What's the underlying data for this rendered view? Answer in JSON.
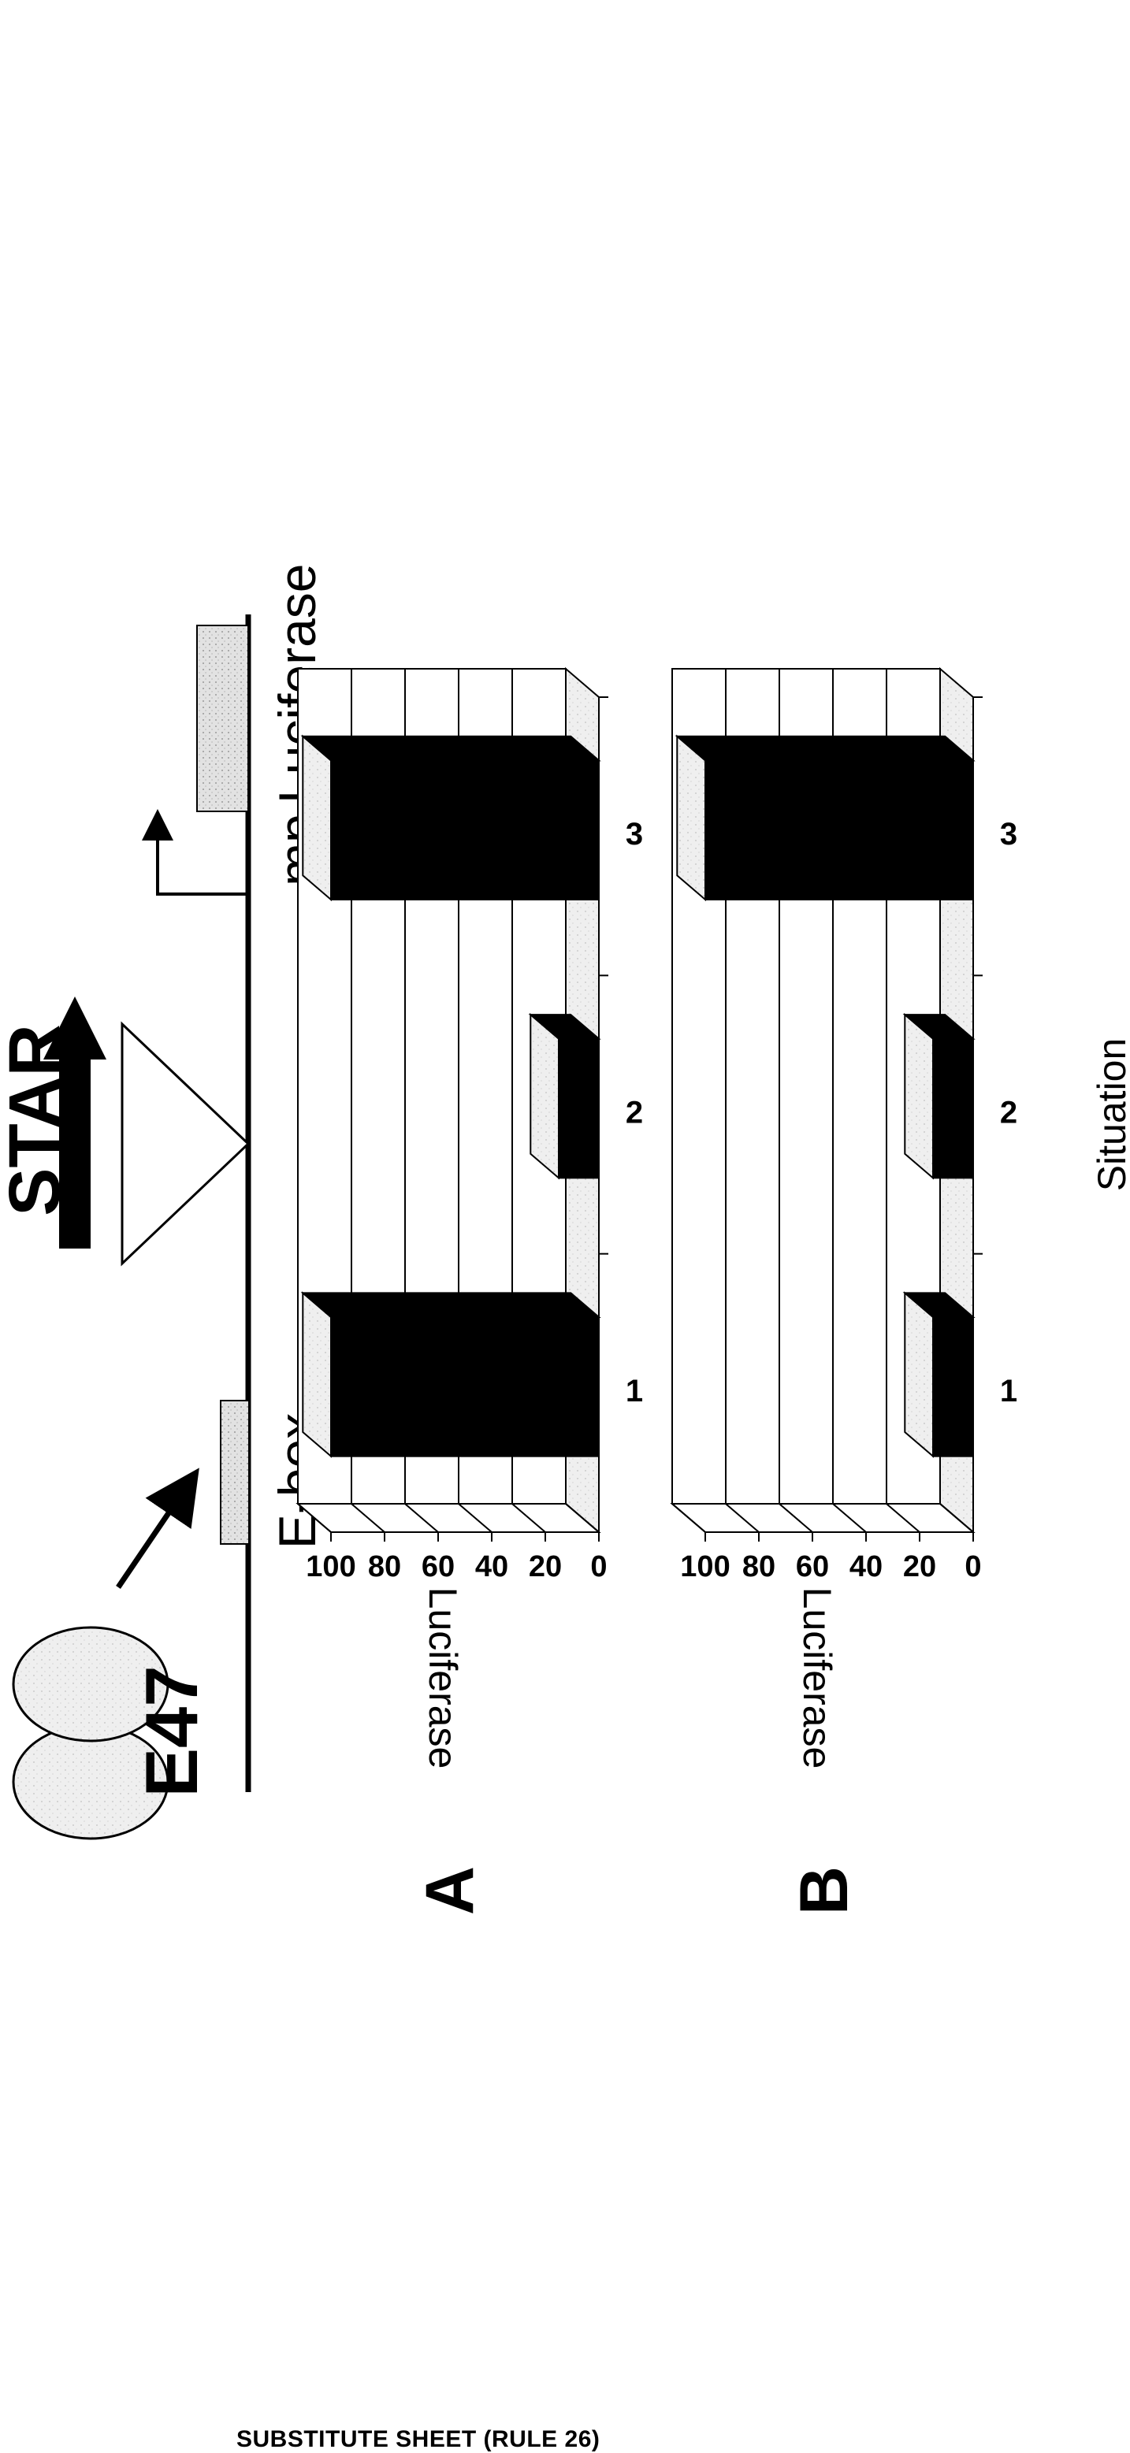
{
  "diagram": {
    "protein_label": "E47",
    "ebox_label": "E-box",
    "star_label": "STAR",
    "promoter_label": "mp",
    "reporter_label": "Luciferase"
  },
  "panel_letters": [
    "A",
    "B"
  ],
  "chart_data": [
    {
      "type": "bar",
      "panel": "A",
      "categories": [
        "1",
        "2",
        "3"
      ],
      "values": [
        100,
        15,
        100
      ],
      "ylabel": "Luciferase",
      "xlabel": "",
      "ylim": [
        0,
        100
      ],
      "yticks": [
        "0",
        "20",
        "40",
        "60",
        "80",
        "100"
      ],
      "grid": true,
      "style": "3d"
    },
    {
      "type": "bar",
      "panel": "B",
      "categories": [
        "1",
        "2",
        "3"
      ],
      "values": [
        15,
        15,
        100
      ],
      "ylabel": "Luciferase",
      "xlabel": "Situation",
      "ylim": [
        0,
        100
      ],
      "yticks": [
        "0",
        "20",
        "40",
        "60",
        "80",
        "100"
      ],
      "grid": true,
      "style": "3d"
    }
  ],
  "footer": "SUBSTITUTE SHEET (RULE 26)"
}
